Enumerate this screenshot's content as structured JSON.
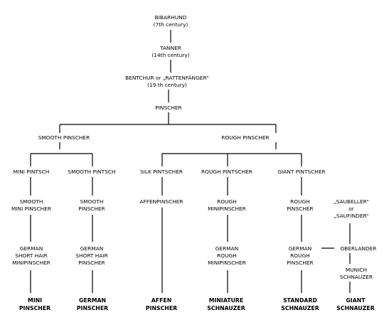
{
  "nodes": {
    "bibarhund": [
      "BIBARHUND",
      "(7th century)"
    ],
    "tanner": [
      "TANNER",
      "(14th century)"
    ],
    "bentchur": [
      "BENTCHUR or „RATTENFÄNGER“",
      "(19 th century)"
    ],
    "pinscher": [
      "PINSCHER"
    ],
    "smooth_pinscher": [
      "SMOOTH PINSCHER"
    ],
    "rough_pinscher": [
      "ROUGH PINSCHER"
    ],
    "mini_pintsch": [
      "MINI PINTSCH"
    ],
    "smooth_pintsch": [
      "SMOOTH PINTSCH"
    ],
    "silk_pintscher": [
      "SILK PINTSCHER"
    ],
    "rough_pintscher": [
      "ROUGH PINTSCHER"
    ],
    "giant_pintscher": [
      "GIANT PINTSCHER"
    ],
    "smooth_mini_pinscher": [
      "SMOOTH",
      "MINI PINSCHER"
    ],
    "smooth_pinscher_2": [
      "SMOOTH",
      "PINSCHER"
    ],
    "affenpinscher": [
      "AFFENPINSCHER"
    ],
    "rough_minipinscher": [
      "ROUGH",
      "MINIPINSCHER"
    ],
    "rough_pinscher_2": [
      "ROUGH",
      "PINSCHER"
    ],
    "saubeller": [
      "„SAUBELLER“",
      "or",
      "„SAUFINDER“"
    ],
    "german_short_hair_minipinscher": [
      "GERMAN",
      "SHORT HAIR",
      "MINIPINSCHER"
    ],
    "german_short_hair_pinscher": [
      "GERMAN",
      "SHORT HAIR",
      "PINSCHER"
    ],
    "german_rough_minipinscher": [
      "GERMAN",
      "ROUGH",
      "MINIPINSCHER"
    ],
    "german_rough_pinscher": [
      "GERMAN",
      "ROUGH",
      "PINSCHER"
    ],
    "oberlander": [
      "OBERLANDER"
    ],
    "munich_schnauzer": [
      "MUNICH",
      "SCHNAUZER"
    ],
    "mini_pinscher_final": [
      "MINI",
      "PINSCHER"
    ],
    "german_pinscher_final": [
      "GERMAN",
      "PINSCHER"
    ],
    "affen_pinscher_final": [
      "AFFEN",
      "PINSCHER"
    ],
    "miniature_schnauzer_final": [
      "MINIATURE",
      "SCHNAUZER"
    ],
    "standard_schnauzer_final": [
      "STANDARD",
      "SCHNAUZER"
    ],
    "giant_schnauzer_final": [
      "GIANT",
      "SCHNAUZER"
    ]
  }
}
